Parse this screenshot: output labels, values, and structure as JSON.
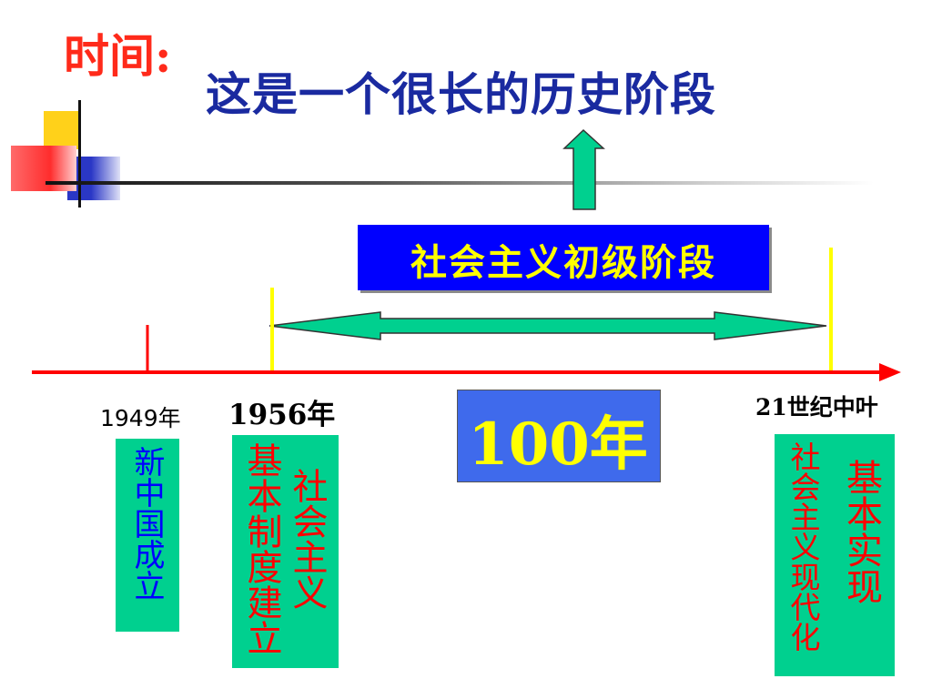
{
  "header": {
    "label": "时间:",
    "subtitle": "这是一个很长的历史阶段"
  },
  "stage": {
    "label": "社会主义初级阶段",
    "duration": "100年"
  },
  "timeline": [
    {
      "year": "1949年",
      "event": "新中国成立"
    },
    {
      "year": "1956年",
      "event_col1": "基本制度建立",
      "event_col2": "社会主义"
    },
    {
      "year": "21世纪中叶",
      "event_col1": "社会主义现代化",
      "event_col2": "基本实现"
    }
  ],
  "colors": {
    "red": "#ff0000",
    "navy": "#1a2aa0",
    "stage_blue": "#0000ff",
    "stage_text": "#ffff00",
    "teal": "#00d08f",
    "yellow": "#ffff00",
    "box_blue": "#3f6aec",
    "event_blue": "#0000ff"
  }
}
